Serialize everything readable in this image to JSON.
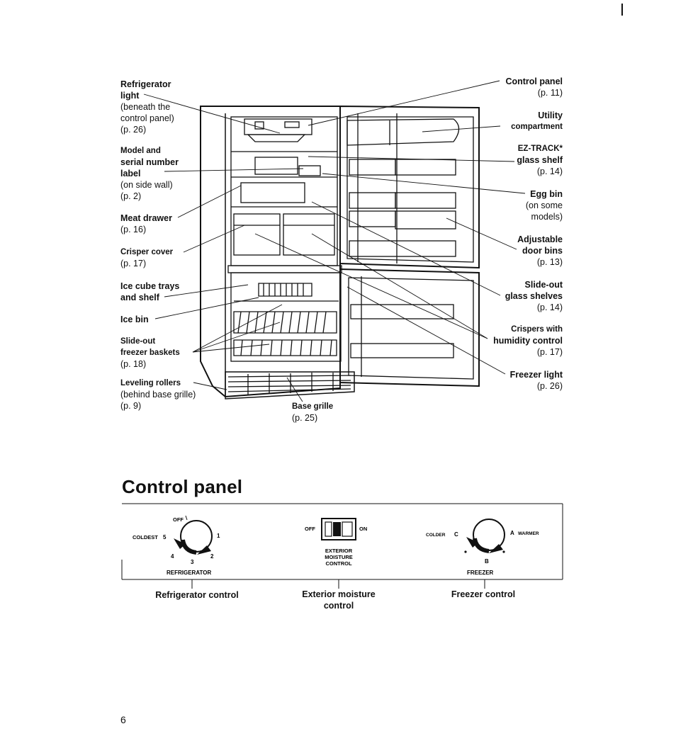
{
  "fridge_labels": {
    "refrigerator_light": {
      "title": "Refrigerator light",
      "lines": [
        "(beneath the",
        "control panel)",
        "(p. 26)"
      ]
    },
    "model_serial": {
      "title_lines": [
        "Model and",
        "serial number",
        "label"
      ],
      "lines": [
        "(on side wall)",
        "(p. 2)"
      ]
    },
    "meat_drawer": {
      "title": "Meat drawer",
      "page": "(p. 16)"
    },
    "crisper_cover": {
      "title": "Crisper cover",
      "page": "(p. 17)"
    },
    "ice_cube_trays": {
      "title_lines": [
        "Ice cube trays",
        "and shelf"
      ]
    },
    "ice_bin": {
      "title": "Ice bin"
    },
    "slideout_baskets": {
      "title_lines": [
        "Slide-out",
        "freezer baskets"
      ],
      "page": "(p. 18)"
    },
    "leveling_rollers": {
      "title": "Leveling rollers",
      "lines": [
        "(behind base grille)",
        "(p. 9)"
      ]
    },
    "base_grille": {
      "title": "Base grille",
      "page": "(p. 25)"
    },
    "control_panel": {
      "title": "Control panel",
      "page": "(p. 11)"
    },
    "utility_compartment": {
      "title_lines": [
        "Utility",
        "compartment"
      ]
    },
    "ez_track": {
      "title_lines": [
        "EZ-TRACK*",
        "glass shelf"
      ],
      "page": "(p. 14)"
    },
    "egg_bin": {
      "title": "Egg bin",
      "lines": [
        "(on some",
        "models)"
      ]
    },
    "adjustable_door_bins": {
      "title_lines": [
        "Adjustable",
        "door bins"
      ],
      "page": "(p. 13)"
    },
    "slideout_glass_shelves": {
      "title_lines": [
        "Slide-out",
        "glass shelves"
      ],
      "page": "(p. 14)"
    },
    "crispers_humidity": {
      "title_lines": [
        "Crispers with",
        "humidity control"
      ],
      "page": "(p. 17)"
    },
    "freezer_light": {
      "title": "Freezer light",
      "page": "(p. 26)"
    }
  },
  "control_panel_section": {
    "heading": "Control panel",
    "refrigerator_dial": {
      "off": "OFF",
      "coldest": "COLDEST",
      "numbers": [
        "1",
        "2",
        "3",
        "4",
        "5"
      ],
      "label": "REFRIGERATOR",
      "caption": "Refrigerator control"
    },
    "moisture_switch": {
      "off": "OFF",
      "on": "ON",
      "label_lines": [
        "EXTERIOR",
        "MOISTURE",
        "CONTROL"
      ],
      "caption": "Exterior moisture control"
    },
    "freezer_dial": {
      "colder": "COLDER",
      "warmer": "WARMER",
      "letters": [
        "C",
        "A",
        "B"
      ],
      "label": "FREEZER",
      "caption": "Freezer control"
    }
  },
  "page_number": "6"
}
